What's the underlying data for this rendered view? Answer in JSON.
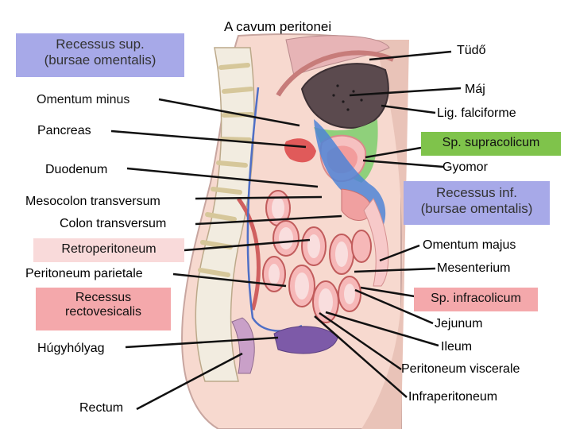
{
  "title": "A cavum peritonei",
  "colors": {
    "lilac_box": "#a7a9e8",
    "pink_box": "#f4a8ab",
    "light_pink_box": "#f9dada",
    "green_box": "#7fc34b"
  },
  "boxes": {
    "recessus_sup": {
      "line1": "Recessus sup.",
      "line2": "(bursae omentalis)"
    },
    "recessus_inf": {
      "line1": "Recessus inf.",
      "line2": "(bursae omentalis)"
    },
    "recessus_rectovesicalis": {
      "line1": "Recessus",
      "line2": "rectovesicalis"
    },
    "retroperitoneum": "Retroperitoneum",
    "sp_supracolicum": "Sp. supracolicum",
    "sp_infracolicum": "Sp. infracolicum"
  },
  "labels_left": {
    "omentum_minus": "Omentum minus",
    "pancreas": "Pancreas",
    "duodenum": "Duodenum",
    "mesocolon_transversum": "Mesocolon transversum",
    "colon_transversum": "Colon transversum",
    "peritoneum_parietale": "Peritoneum parietale",
    "hugyholyag": "Húgyhólyag",
    "rectum": "Rectum"
  },
  "labels_right": {
    "tudo": "Tüdő",
    "maj": "Máj",
    "lig_falciforme": "Lig. falciforme",
    "gyomor": "Gyomor",
    "omentum_majus": "Omentum majus",
    "mesenterium": "Mesenterium",
    "jejunum": "Jejunum",
    "ileum": "Ileum",
    "peritoneum_viscerale": "Peritoneum viscerale",
    "infraperitoneum": "Infraperitoneum"
  }
}
